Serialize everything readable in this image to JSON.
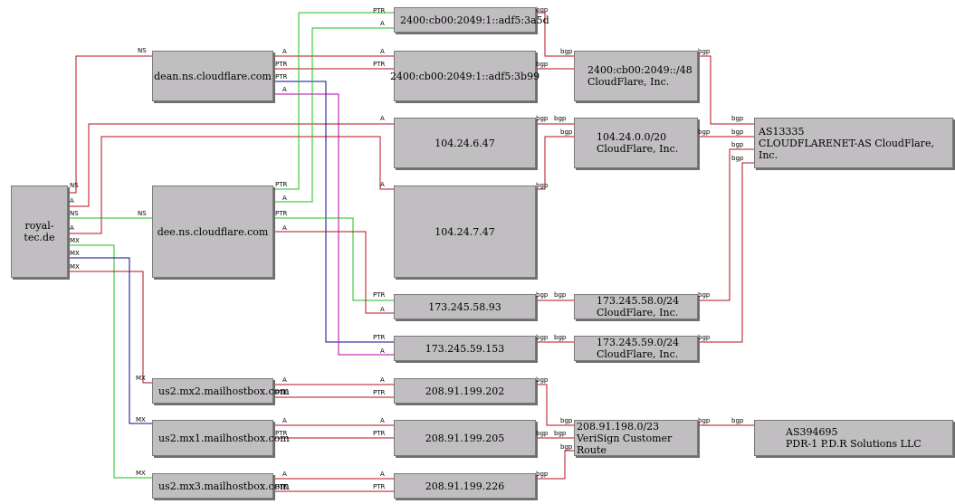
{
  "nodes": {
    "royal": "royal-tec.de",
    "dean": "dean.ns.cloudflare.com",
    "dee": "dee.ns.cloudflare.com",
    "ip6a": "2400:cb00:2049:1::adf5:3a5d",
    "ip6b": "2400:cb00:2049:1::adf5:3b99",
    "ip4a": "104.24.6.47",
    "ip4b": "104.24.7.47",
    "ip58": "173.245.58.93",
    "ip59": "173.245.59.153",
    "ip202": "208.91.199.202",
    "ip205": "208.91.199.205",
    "ip226": "208.91.199.226",
    "mx2": "us2.mx2.mailhostbox.com",
    "mx1": "us2.mx1.mailhostbox.com",
    "mx3": "us2.mx3.mailhostbox.com",
    "pfx6": "2400:cb00:2049::/48\nCloudFlare, Inc.",
    "pfx104": "104.24.0.0/20\nCloudFlare, Inc.",
    "pfx58": "173.245.58.0/24\nCloudFlare, Inc.",
    "pfx59": "173.245.59.0/24\nCloudFlare, Inc.",
    "pfx208": "208.91.198.0/23\nVeriSign Customer Route",
    "as13335": "AS13335\nCLOUDFLARENET-AS CloudFlare, Inc.",
    "as394695": "AS394695\nPDR-1 P.D.R Solutions LLC"
  },
  "edge_labels": {
    "ns": "NS",
    "a": "A",
    "ptr": "PTR",
    "mx": "MX",
    "bgp": "bgp"
  },
  "colors": {
    "red": "#b5121b",
    "green": "#1fbf1f",
    "blue": "#0a0a8c",
    "magenta": "#b000b0",
    "node_fill": "#c0bec0",
    "node_border": "#7a7a7a"
  }
}
